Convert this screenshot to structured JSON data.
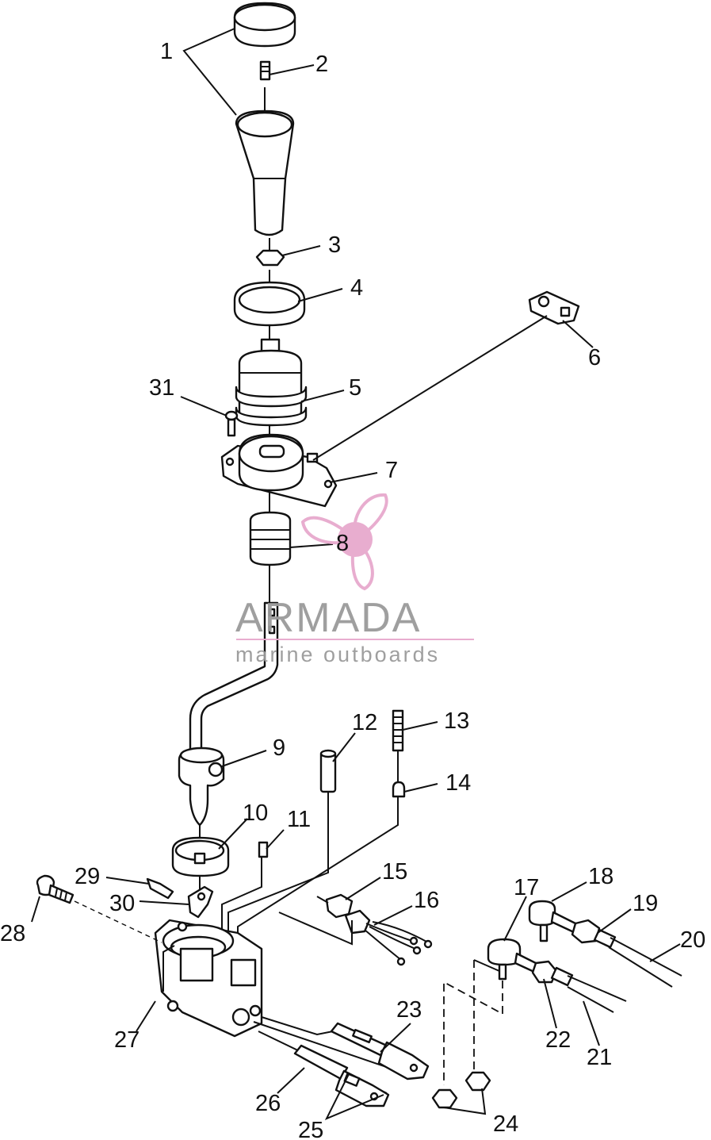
{
  "labels": {
    "p1": "1",
    "p2": "2",
    "p3": "3",
    "p4": "4",
    "p5": "5",
    "p6": "6",
    "p7": "7",
    "p8": "8",
    "p9": "9",
    "p10": "10",
    "p11": "11",
    "p12": "12",
    "p13": "13",
    "p14": "14",
    "p15": "15",
    "p16": "16",
    "p17": "17",
    "p18": "18",
    "p19": "19",
    "p20": "20",
    "p21": "21",
    "p22": "22",
    "p23": "23",
    "p24": "24",
    "p25": "25",
    "p26": "26",
    "p27": "27",
    "p28": "28",
    "p29": "29",
    "p30": "30",
    "p31": "31"
  },
  "watermark": {
    "title": "ARMADA",
    "subtitle": "marine outboards",
    "accent_color": "#e7a9cd",
    "logo_icon": "propeller-icon"
  }
}
